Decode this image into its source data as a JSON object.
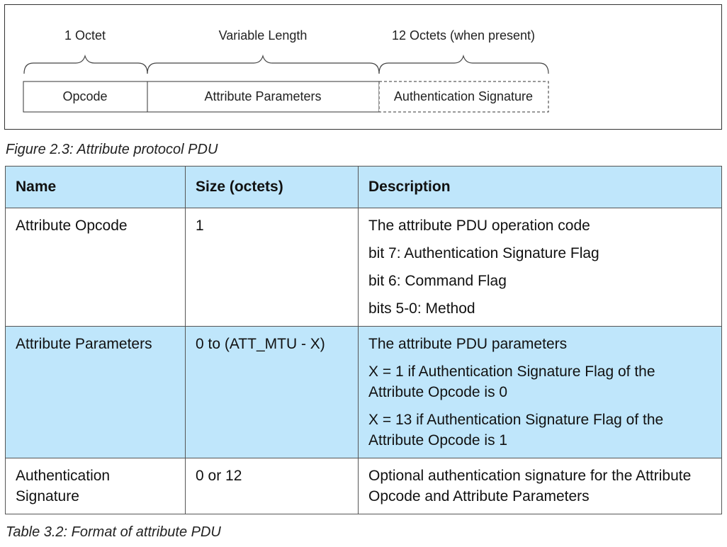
{
  "figure": {
    "size_labels": [
      "1 Octet",
      "Variable Length",
      "12 Octets (when present)"
    ],
    "fields": [
      "Opcode",
      "Attribute Parameters",
      "Authentication Signature"
    ],
    "caption": "Figure 2.3:  Attribute protocol PDU"
  },
  "table": {
    "headers": [
      "Name",
      "Size (octets)",
      "Description"
    ],
    "rows": [
      {
        "name": "Attribute Opcode",
        "size": "1",
        "description": [
          "The attribute PDU operation code",
          "bit 7: Authentication Signature Flag",
          "bit 6: Command Flag",
          "bits 5-0: Method"
        ]
      },
      {
        "name": "Attribute Parameters",
        "size": "0 to (ATT_MTU - X)",
        "description": [
          "The attribute PDU parameters",
          "X = 1 if Authentication Signature Flag of the Attribute Opcode is 0",
          "X = 13 if Authentication Signature Flag of the Attribute Opcode is 1"
        ]
      },
      {
        "name": "Authentication Signature",
        "size": "0 or 12",
        "description": [
          "Optional authentication signature for the Attribute Opcode and Attribute Parameters"
        ]
      }
    ],
    "caption": "Table 3.2:  Format of attribute PDU"
  }
}
